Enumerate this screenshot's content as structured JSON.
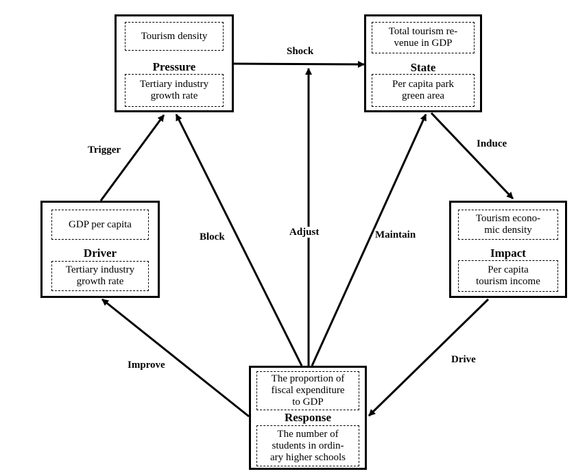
{
  "nodes": {
    "pressure": {
      "title": "Pressure",
      "items": [
        "Tourism density",
        "Tertiary industry\ngrowth rate"
      ]
    },
    "state": {
      "title": "State",
      "items": [
        "Total tourism re-\nvenue in GDP",
        "Per capita park\ngreen area"
      ]
    },
    "driver": {
      "title": "Driver",
      "items": [
        "GDP per capita",
        "Tertiary industry\ngrowth rate"
      ]
    },
    "impact": {
      "title": "Impact",
      "items": [
        "Tourism econo-\nmic density",
        "Per capita\ntourism income"
      ]
    },
    "response": {
      "title": "Response",
      "items": [
        "The proportion of\nfiscal expenditure\nto GDP",
        "The number of\nstudents in ordin-\nary higher schools"
      ]
    }
  },
  "edges": {
    "shock": "Shock",
    "trigger": "Trigger",
    "induce": "Induce",
    "block": "Block",
    "adjust": "Adjust",
    "maintain": "Maintain",
    "improve": "Improve",
    "drive": "Drive"
  }
}
